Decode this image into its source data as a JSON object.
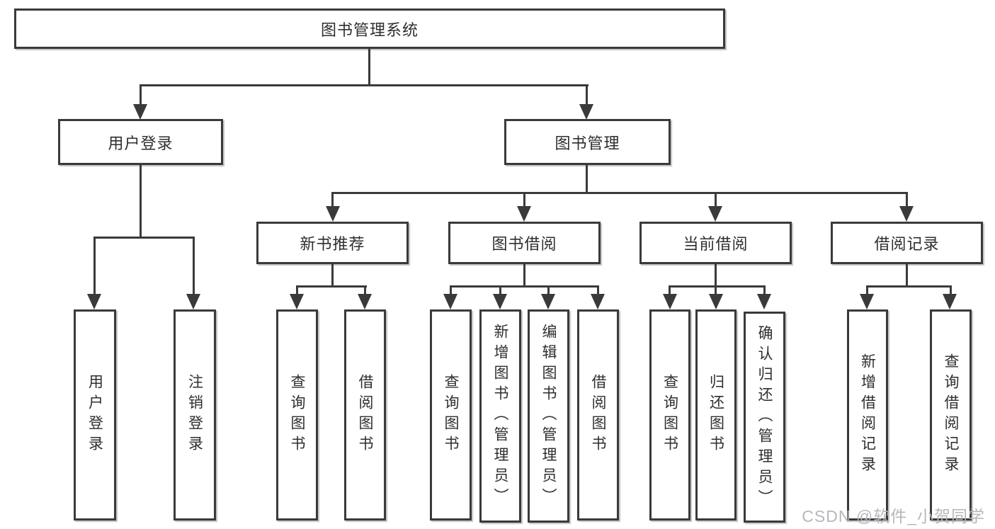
{
  "diagram": {
    "root": {
      "label": "图书管理系统"
    },
    "level2": {
      "user_login": {
        "label": "用户登录"
      },
      "book_management": {
        "label": "图书管理"
      }
    },
    "level3": {
      "new_book": {
        "label": "新书推荐"
      },
      "book_borrow": {
        "label": "图书借阅"
      },
      "current_borrow": {
        "label": "当前借阅"
      },
      "borrow_records": {
        "label": "借阅记录"
      }
    },
    "leaves": {
      "login": [
        "用户登录",
        "注销登录"
      ],
      "new_book": [
        "查询图书",
        "借阅图书"
      ],
      "book_borrow": [
        "查询图书",
        "新增图书（管理员）",
        "编辑图书（管理员）",
        "借阅图书"
      ],
      "current_borrow": [
        "查询图书",
        "归还图书",
        "确认归还（管理员）"
      ],
      "borrow_records": [
        "新增借阅记录",
        "查询借阅记录"
      ]
    }
  },
  "watermark": {
    "text": "CSDN @软件_小贺同学"
  },
  "colors": {
    "line": "#3a3a3a",
    "box_border": "#3a3a3a",
    "box_fill": "#ffffff",
    "text": "#2e2e2e",
    "background": "#ffffff",
    "watermark": "#b2b4b9"
  }
}
